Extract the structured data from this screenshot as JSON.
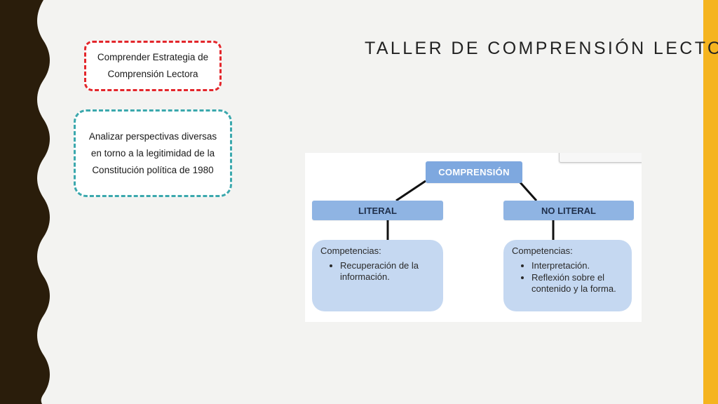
{
  "slide": {
    "title": "TALLER DE COMPRENSIÓN LECTORA",
    "colors": {
      "background": "#f3f3f1",
      "left_border": "#2a1d0b",
      "right_stripe": "#f5b41f",
      "red_dash": "#e3262b",
      "teal_dash": "#3ba8ad"
    }
  },
  "boxes": {
    "red": "Comprender Estrategia de Comprensión Lectora",
    "teal": "Analizar perspectivas diversas en torno a la legitimidad de la Constitución política de 1980"
  },
  "diagram": {
    "root": "COMPRENSIÓN",
    "literal": {
      "label": "LITERAL",
      "heading": "Competencias:",
      "items": [
        "Recuperación de la información."
      ]
    },
    "no_literal": {
      "label": "NO LITERAL",
      "heading": "Competencias:",
      "items": [
        "Interpretación.",
        "Reflexión sobre el contenido y la forma."
      ]
    },
    "colors": {
      "node": "#8fb4e3",
      "root": "#7ea8df",
      "panel": "#c5d8f1"
    }
  }
}
